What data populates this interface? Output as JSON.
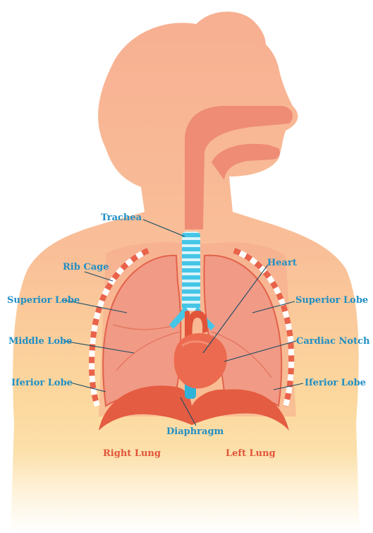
{
  "colors": {
    "body_skin": "#f7b596",
    "body_fade": "#fde7a6",
    "airway": "#ee8c76",
    "lung_fill": "#f19a86",
    "lung_edge": "#e2624a",
    "trachea_blue": "#46c6e6",
    "heart": "#ec6a4f",
    "diaphragm": "#e45c42",
    "label_blue": "#1f8fc4",
    "label_red": "#e2543a"
  },
  "labels": {
    "trachea": "Trachea",
    "rib_cage": "Rib Cage",
    "heart": "Heart",
    "superior_lobe_right": "Superior Lobe",
    "superior_lobe_left": "Superior Lobe",
    "middle_lobe": "Middle Lobe",
    "cardiac_notch": "Cardiac Notch",
    "inferior_lobe_right": "Iferior Lobe",
    "inferior_lobe_left": "Iferior Lobe",
    "diaphragm": "Diaphragm",
    "right_lung": "Right Lung",
    "left_lung": "Left Lung"
  }
}
